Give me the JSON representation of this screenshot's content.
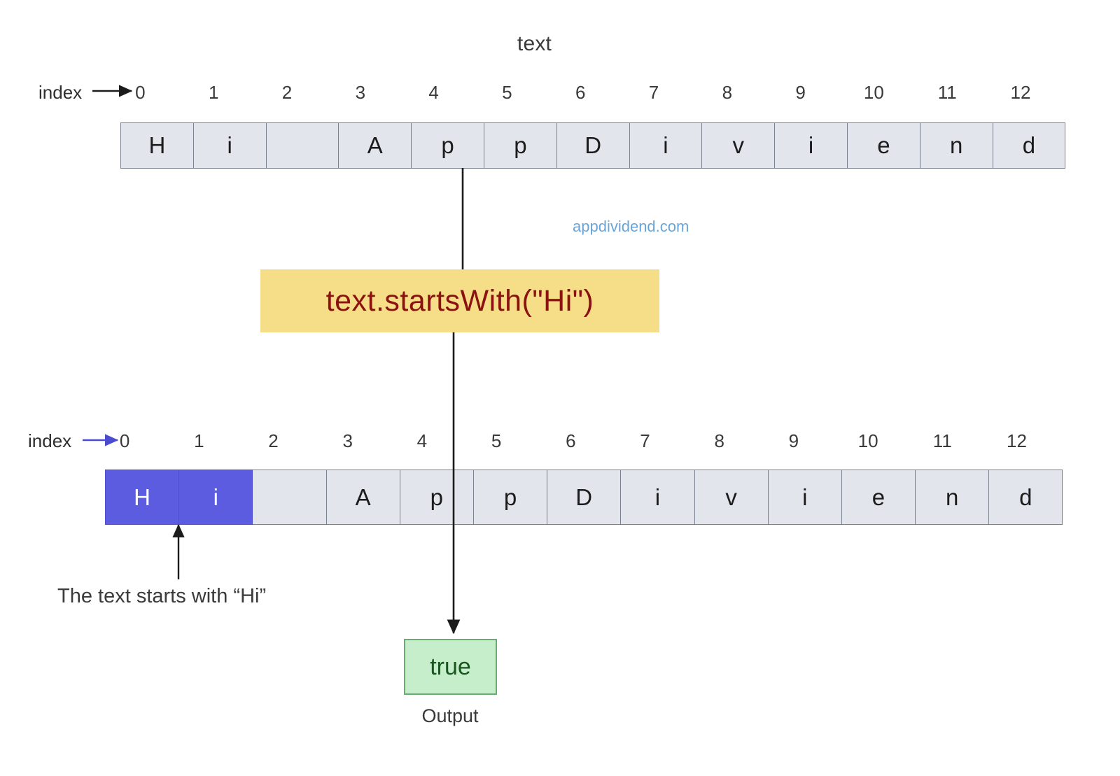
{
  "diagram": {
    "title": "text",
    "watermark": "appdividend.com",
    "code_expression": "text.startsWith(\"Hi\")",
    "note": "The text starts with “Hi”",
    "output_value": "true",
    "output_caption": "Output",
    "index_label": "index",
    "colors": {
      "cell_fill": "#e2e6ec",
      "cell_border": "#78808e",
      "highlight_fill": "#5b5cdf",
      "highlight_text": "#ffffff",
      "code_box_fill": "#f6de89",
      "code_text": "#8c1212",
      "output_fill": "#c6eecb",
      "output_border": "#6aab71",
      "output_text": "#18561f",
      "watermark": "#6aa5d8",
      "connector": "#1c1c1c",
      "index_arrow_top": "#1c1c1c",
      "index_arrow_bottom": "#4b4bcf"
    }
  },
  "top_array": {
    "name": "text",
    "indices": [
      "0",
      "1",
      "2",
      "3",
      "4",
      "5",
      "6",
      "7",
      "8",
      "9",
      "10",
      "11",
      "12"
    ],
    "characters": [
      "H",
      "i",
      " ",
      "A",
      "p",
      "p",
      "D",
      "i",
      "v",
      "i",
      "e",
      "n",
      "d"
    ],
    "highlighted": []
  },
  "bottom_array": {
    "name": "text",
    "indices": [
      "0",
      "1",
      "2",
      "3",
      "4",
      "5",
      "6",
      "7",
      "8",
      "9",
      "10",
      "11",
      "12"
    ],
    "characters": [
      "H",
      "i",
      " ",
      "A",
      "p",
      "p",
      "D",
      "i",
      "v",
      "i",
      "e",
      "n",
      "d"
    ],
    "highlighted": [
      0,
      1
    ]
  }
}
